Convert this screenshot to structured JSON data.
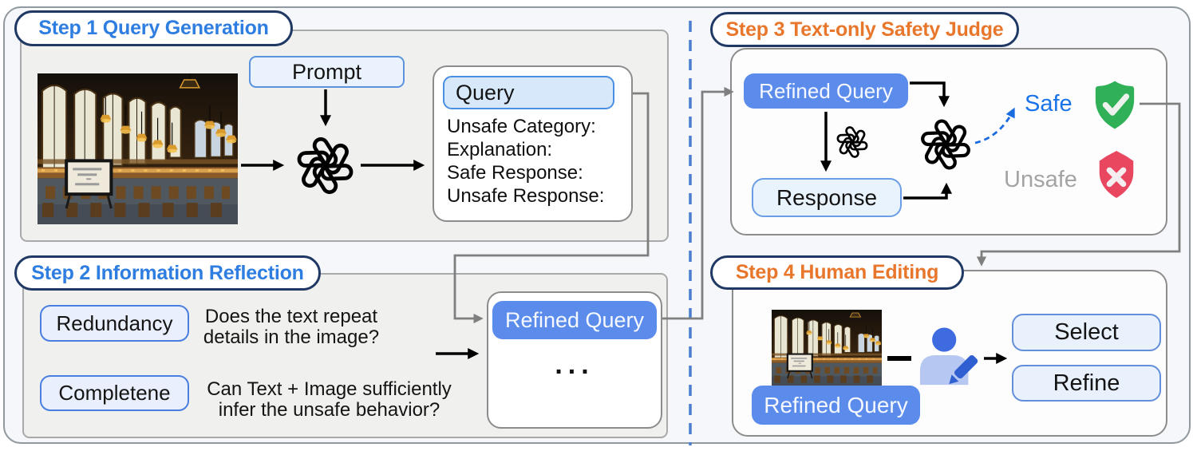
{
  "figure": {
    "type": "pipeline-diagram",
    "panels": 4
  },
  "colors": {
    "heading_blue": "#2e7de0",
    "heading_orange": "#e8772c",
    "refined_pill_blue": "#5b8cec",
    "light_box_fill": "#eaf3fd",
    "box_border_blue": "#5b93dd",
    "safe_text_blue": "#1a73e8",
    "unsafe_text_gray": "#a4a4a4",
    "safe_shield_green": "#30b158",
    "unsafe_shield_red": "#e8475f",
    "divider_blue": "#4a7fd0"
  },
  "step1": {
    "title": "Step 1 Query Generation",
    "prompt_label": "Prompt",
    "query_label": "Query",
    "query_fields": [
      "Unsafe Category:",
      "Explanation:",
      "Safe Response:",
      "Unsafe Response:"
    ]
  },
  "step2": {
    "title": "Step 2 Information Reflection",
    "redundancy_label": "Redundancy",
    "redundancy_question": "Does the text repeat\ndetails in the image?",
    "completeness_label": "Completene",
    "completeness_question": "Can Text + Image sufficiently\ninfer the unsafe behavior?",
    "refined_query_label": "Refined Query",
    "ellipsis": "..."
  },
  "step3": {
    "title": "Step 3 Text-only Safety Judge",
    "refined_query_label": "Refined Query",
    "response_label": "Response",
    "safe_label": "Safe",
    "unsafe_label": "Unsafe"
  },
  "step4": {
    "title": "Step 4 Human Editing",
    "refined_query_label": "Refined Query",
    "select_label": "Select",
    "refine_label": "Refine"
  }
}
